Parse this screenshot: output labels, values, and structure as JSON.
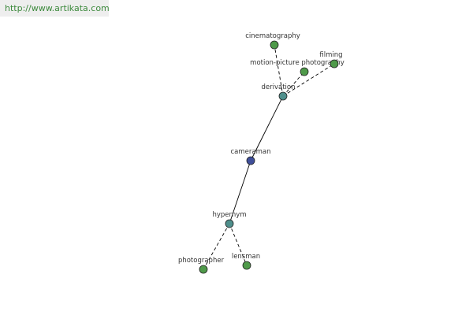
{
  "watermark": {
    "text": "http://www.artikata.com"
  },
  "colors": {
    "center": "#3f4f9a",
    "relation": "#4f8f8c",
    "leaf": "#4f9a4a",
    "edge": "#000000",
    "label": "#333333"
  },
  "nodes": [
    {
      "id": "cameraman",
      "label": "cameraman",
      "kind": "center"
    },
    {
      "id": "derivation",
      "label": "derivation",
      "kind": "relation"
    },
    {
      "id": "hypernym",
      "label": "hypernym",
      "kind": "relation"
    },
    {
      "id": "cinematography",
      "label": "cinematography",
      "kind": "leaf"
    },
    {
      "id": "motion-picture-photography",
      "label": "motion-picture photography",
      "kind": "leaf"
    },
    {
      "id": "filming",
      "label": "filming",
      "kind": "leaf"
    },
    {
      "id": "photographer",
      "label": "photographer",
      "kind": "leaf"
    },
    {
      "id": "lensman",
      "label": "lensman",
      "kind": "leaf"
    }
  ],
  "edges": [
    {
      "from": "cameraman",
      "to": "derivation",
      "style": "solid"
    },
    {
      "from": "cameraman",
      "to": "hypernym",
      "style": "solid"
    },
    {
      "from": "derivation",
      "to": "cinematography",
      "style": "dashed"
    },
    {
      "from": "derivation",
      "to": "motion-picture-photography",
      "style": "dashed"
    },
    {
      "from": "derivation",
      "to": "filming",
      "style": "dashed"
    },
    {
      "from": "hypernym",
      "to": "photographer",
      "style": "dashed"
    },
    {
      "from": "hypernym",
      "to": "lensman",
      "style": "dashed"
    }
  ]
}
